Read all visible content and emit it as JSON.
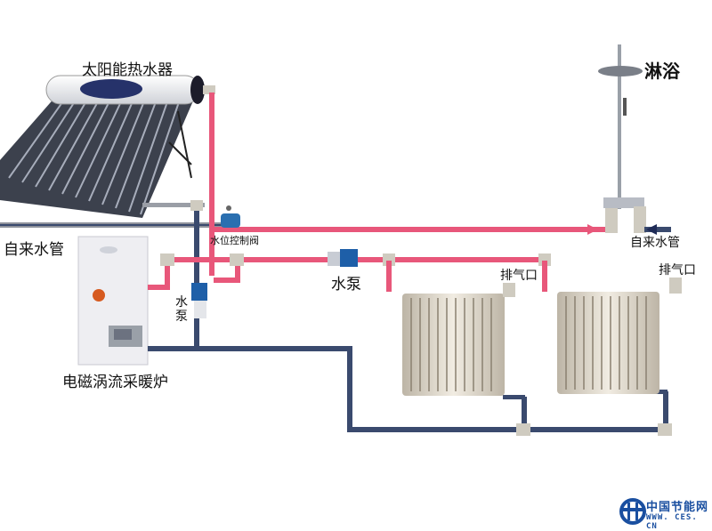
{
  "diagram": {
    "title": "太阳能热水器与电磁涡流采暖炉供暖系统示意图",
    "components": {
      "solar_heater": "太阳能热水器",
      "shower": "淋浴",
      "tap_water_left": "自来水管",
      "tap_water_right": "自来水管",
      "level_valve": "水位控制阀",
      "pump_main": "水泵",
      "pump_vertical": "水泵",
      "boiler": "电磁涡流采暖炉",
      "vent_1": "排气口",
      "vent_2": "排气口"
    },
    "pipe_colors": {
      "hot": "#e8577a",
      "cold": "#3a4a6e",
      "fitting": "#cfcbc0"
    },
    "watermark": {
      "name": "中国节能网",
      "url": "WWW. CES. CN",
      "color": "#1a4fa0"
    }
  }
}
